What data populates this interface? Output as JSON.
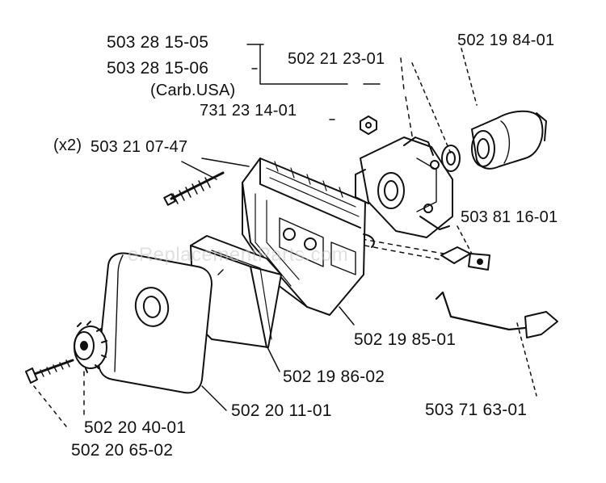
{
  "watermark": "eReplacementParts.com",
  "parts": {
    "carb_main": "503 28 15-05",
    "carb_alt": "503 28 15-06",
    "carb_note": "(Carb.USA)",
    "carb_gasket_top": "502 21 23-01",
    "air_intake": "502 19 84-01",
    "spacer": "731 23 14-01",
    "screw_qty": "(x2)",
    "screw": "503 21 07-47",
    "choke_lever": "503 81 16-01",
    "carb_housing": "502 19 85-01",
    "filter": "502 19 86-02",
    "filter_cover": "502 20 11-01",
    "knob_screw": "502 20 40-01",
    "knob": "502 20 65-02",
    "throttle_rod": "503 71 63-01"
  }
}
